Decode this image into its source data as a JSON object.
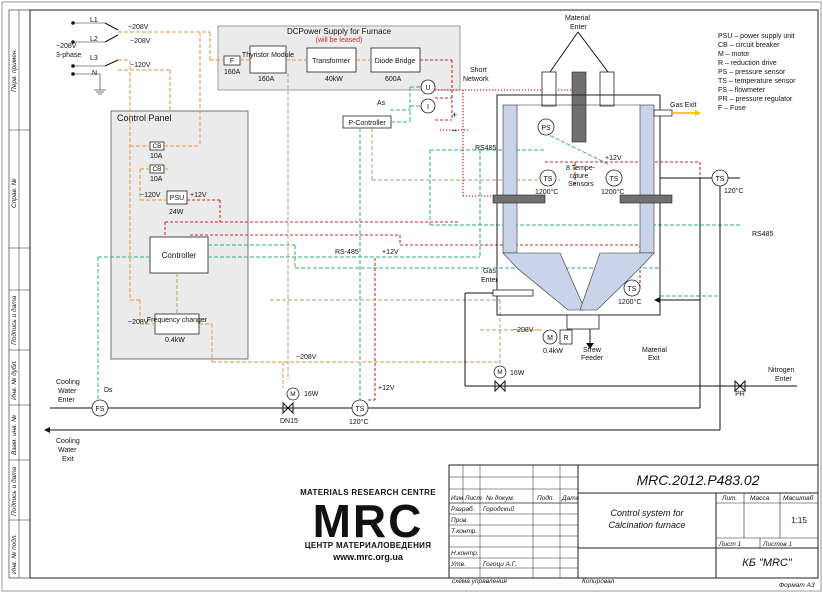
{
  "colors": {
    "ac_line": "#e39645",
    "dc_red": "#d32a2a",
    "signal_green": "#34b27a",
    "control_olive": "#a3a46c",
    "gas_blue": "#5f88c2",
    "gas_exit": "#f2c200",
    "panel_gray": "#ebebeb",
    "furnace_fill": "#c9d4ea",
    "heater_bar": "#707070"
  },
  "side_stamps": [
    "Перв. примен.",
    "Справ. №",
    "Подпись и дата",
    "Инв. № дубл.",
    "Взам. инв. №",
    "Подпись и дата",
    "Инв. № подл."
  ],
  "mains": {
    "phases": [
      "L1",
      "L2",
      "L3",
      "N"
    ],
    "v1": "~208V",
    "v2": "~208V",
    "v3": "~120V",
    "supply": "~208V",
    "phase_label": "3-phase"
  },
  "dc_supply": {
    "title": "DCPower Supply for Furnace",
    "note": "(will be leased)",
    "fuse": "F",
    "fuse_rating": "160A",
    "thyristor": "Thyristor Module",
    "thyristor_rating": "160A",
    "transformer": "Transformer",
    "transformer_rating": "40kW",
    "diode_bridge": "Diode Bridge",
    "diode_rating": "600A",
    "u_meter": "U",
    "i_meter": "I",
    "pcontroller": "P-Controller",
    "as_label": "As"
  },
  "control_panel": {
    "title": "Control Panel",
    "cb1": "CB",
    "cb1_rating": "10A",
    "cb2": "CB",
    "cb2_rating": "10A",
    "psu_in": "~120V",
    "psu": "PSU",
    "psu_rating": "24W",
    "psu_out": "+12V",
    "controller": "Controller",
    "fc_in": "~208V",
    "freq_changer": "Frequency changer",
    "fc_rating": "0.4kW"
  },
  "labels": {
    "material_enter": "Material Enter",
    "short_network": "Short Network",
    "plus": "+",
    "minus": "–",
    "rs485_a": "RS485",
    "rs485_b": "RS-485",
    "rs485_c": "RS485",
    "plus12_a": "+12V",
    "plus12_b": "+12V",
    "plus12_c": "+12V",
    "ps": "PS",
    "ts": "TS",
    "temp_1200": "1200°C",
    "temp_120": "120°C",
    "eight_sensors": "8 Tempe- rature Sensors",
    "gas_exit": "Gas Exit",
    "gas_enter": "Gas Enter",
    "m": "M",
    "r": "R",
    "motor_rating": "0.4kW",
    "motor_v": "~208V",
    "screw_feeder": "Screw Feeder",
    "material_exit": "Material Exit",
    "nitrogen_enter": "Nitrogen Enter",
    "pr": "PR",
    "valve_16w_a": "16W",
    "valve_16w_b": "16W",
    "dn15": "DN15",
    "fc_out_v": "~208V",
    "cooling_enter": "Cooling Water Enter",
    "cooling_exit": "Cooling Water Exit",
    "ds": "Ds",
    "fs": "FS"
  },
  "legend": [
    "PSU – power supply unit",
    "CB – circuit breaker",
    "M – motor",
    "R – reduction drive",
    "PS – pressure sensor",
    "TS – temperature sensor",
    "FS – flowmeter",
    "PR – pressure regulator",
    "F – Fuse"
  ],
  "logo": {
    "top_text": "MATERIALS RESEARCH CENTRE",
    "mark": "MRC",
    "bottom_text": "ЦЕНТР МАТЕРИАЛОВЕДЕНИЯ",
    "url": "www.mrc.org.ua"
  },
  "title_block": {
    "doc_number": "MRC.2012.P483.02",
    "title": "Control system for Calcination furnace",
    "company": "КБ \"MRC\"",
    "col_izm": "Изм",
    "col_list": "Лист",
    "col_doc": "№ докум.",
    "col_sign": "Подп.",
    "col_date": "Дата",
    "row_razrab": "Разраб.",
    "razrab_name": "Городский",
    "row_prov": "Пров.",
    "row_tkontr": "Т.контр.",
    "row_nkontr": "Н.контр.",
    "row_utv": "Утв.",
    "utv_name": "Гогоци А.Г.",
    "lit": "Лит.",
    "massa": "Масса",
    "masshtab": "Масштаб",
    "scale": "1:15",
    "sheet": "Лист 1",
    "sheets": "Листов 1",
    "doc_type": "схема управления",
    "kopiroval": "Копировал",
    "format": "Формат А3"
  }
}
